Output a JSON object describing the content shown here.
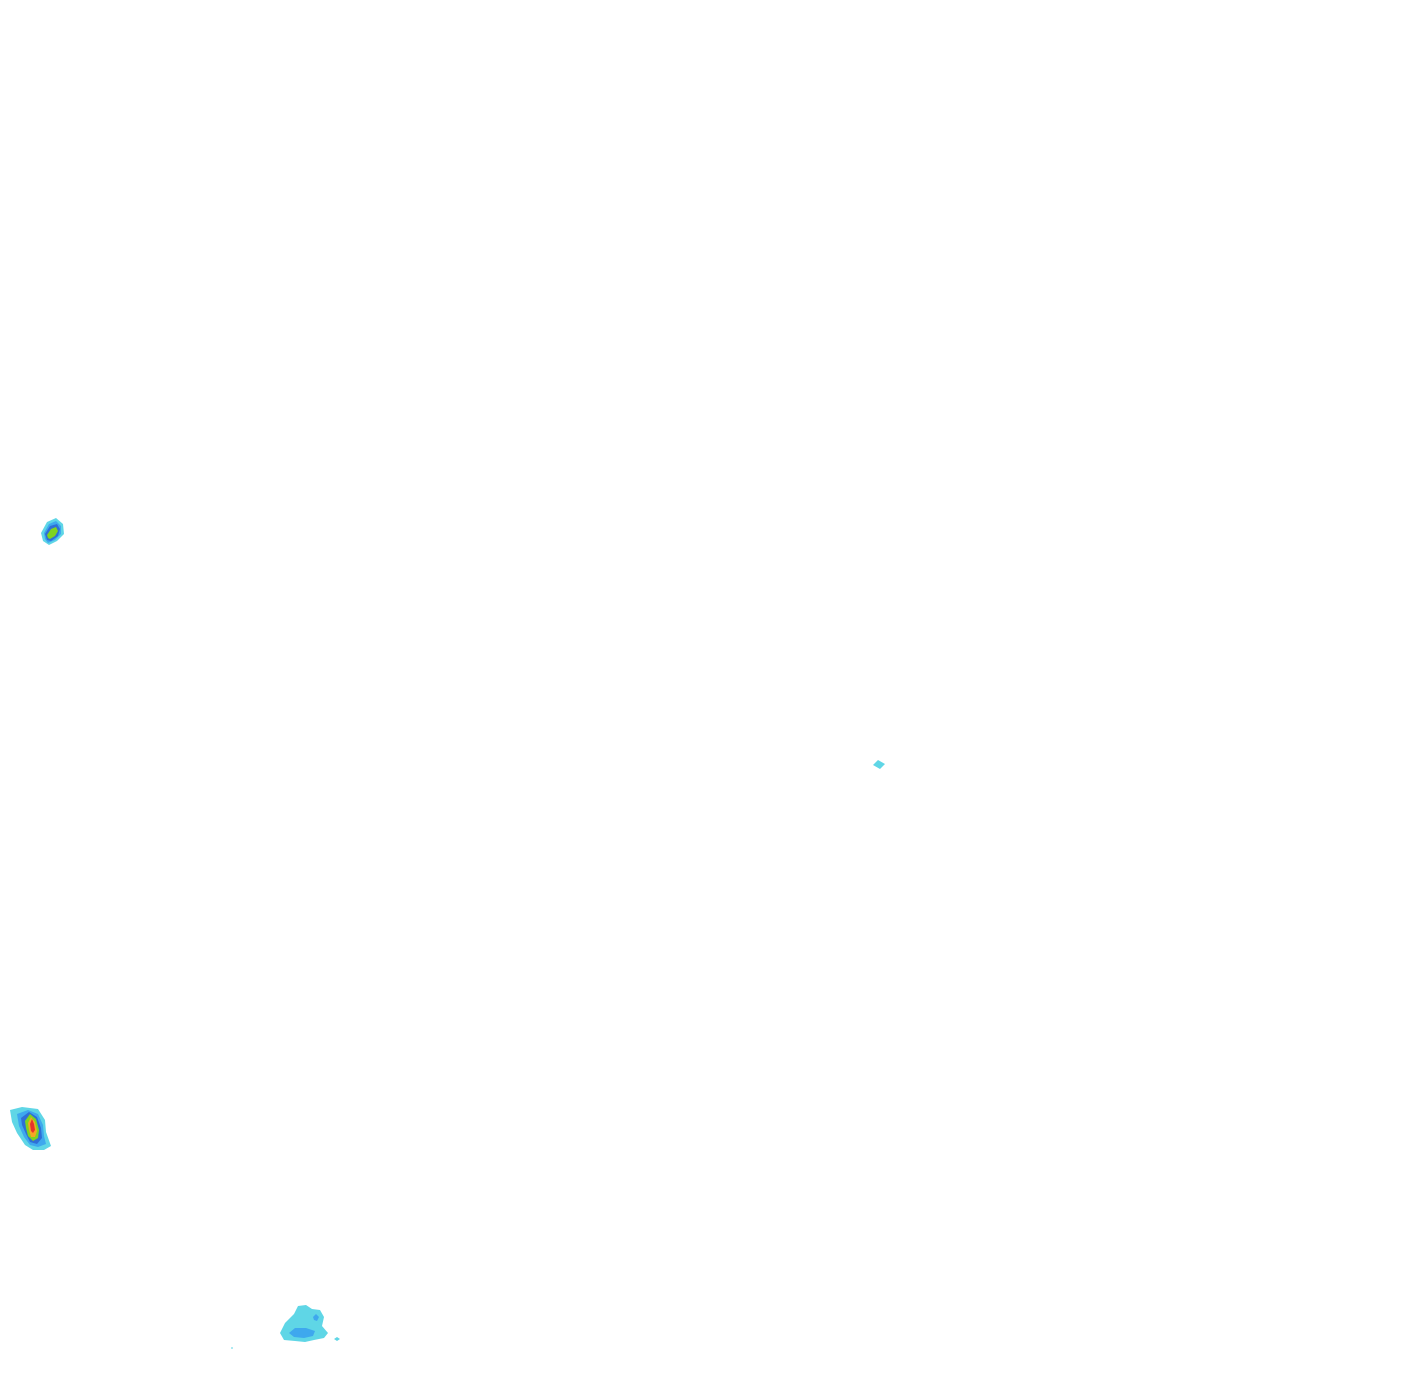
{
  "map": {
    "type": "precipitation-contour-overlay",
    "background_color": "#ffffff",
    "palette": {
      "level_1": "#5fd6e6",
      "level_2": "#3ea8ee",
      "level_3": "#2f6fd6",
      "level_4": "#7ed321",
      "level_5": "#f5a623",
      "level_6": "#e8332a"
    },
    "cells": [
      {
        "id": "cell-northwest",
        "max_level": 4
      },
      {
        "id": "cell-center",
        "max_level": 1
      },
      {
        "id": "cell-west",
        "max_level": 6
      },
      {
        "id": "cell-south",
        "max_level": 2
      },
      {
        "id": "cell-south-fragment",
        "max_level": 1
      }
    ]
  }
}
